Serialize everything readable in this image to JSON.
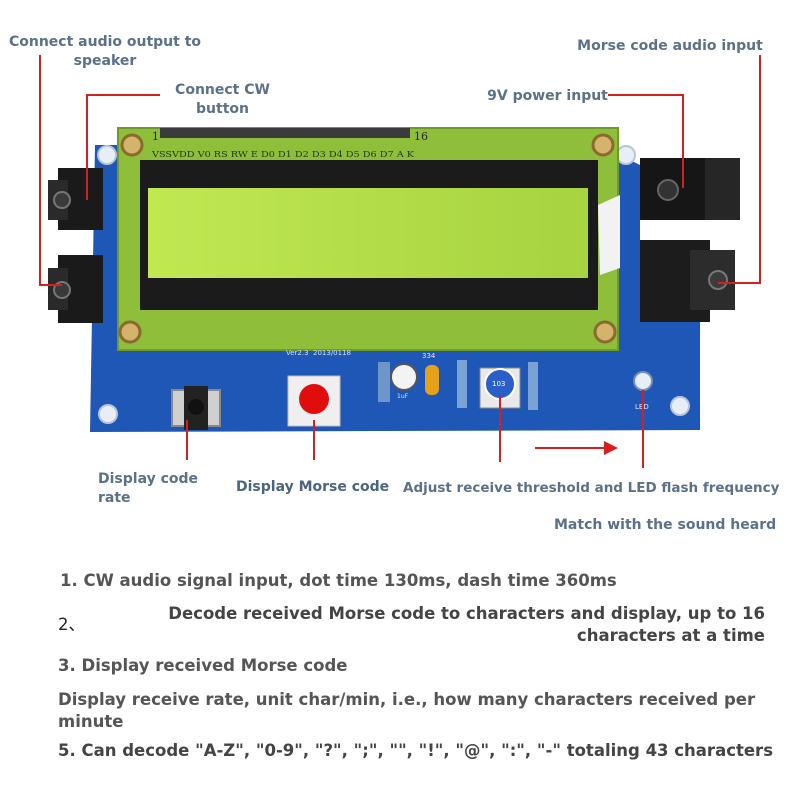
{
  "callouts": {
    "audio_out": "Connect audio output to speaker",
    "cw_button": "Connect CW button",
    "morse_in": "Morse code audio input",
    "power": "9V power input",
    "rate": "Display code rate",
    "morse_disp": "Display Morse code",
    "threshold": "Adjust receive threshold and LED flash frequency",
    "match": "Match with the sound heard"
  },
  "board": {
    "pin_header": "VSSVDD V0  RS  RW  E   D0  D1  D2  D3  D4  D5  D6  D7  A   K",
    "pin_1": "1",
    "pin_16": "16",
    "version": "Ver2.3",
    "date": "2013/0118",
    "cap": "334",
    "pot": "103",
    "electro": "1uF",
    "led": "LED"
  },
  "features": {
    "f1": "1. CW audio signal input, dot time 130ms, dash time 360ms",
    "f2_num": "2、",
    "f2": "Decode received Morse code to characters and display, up to 16 characters at a time",
    "f3": "3. Display received Morse code",
    "f4": "Display receive rate, unit char/min, i.e., how many characters received per minute",
    "f5": "5. Can decode \"A-Z\", \"0-9\", \"?\", \";\", \"\", \"!\", \"@\", \":\", \"-\" totaling 43 characters"
  },
  "colors": {
    "pcb": "#1f57b6",
    "lcd": "#9dc93a",
    "callout": "#d62020",
    "label": "#5b7189"
  }
}
